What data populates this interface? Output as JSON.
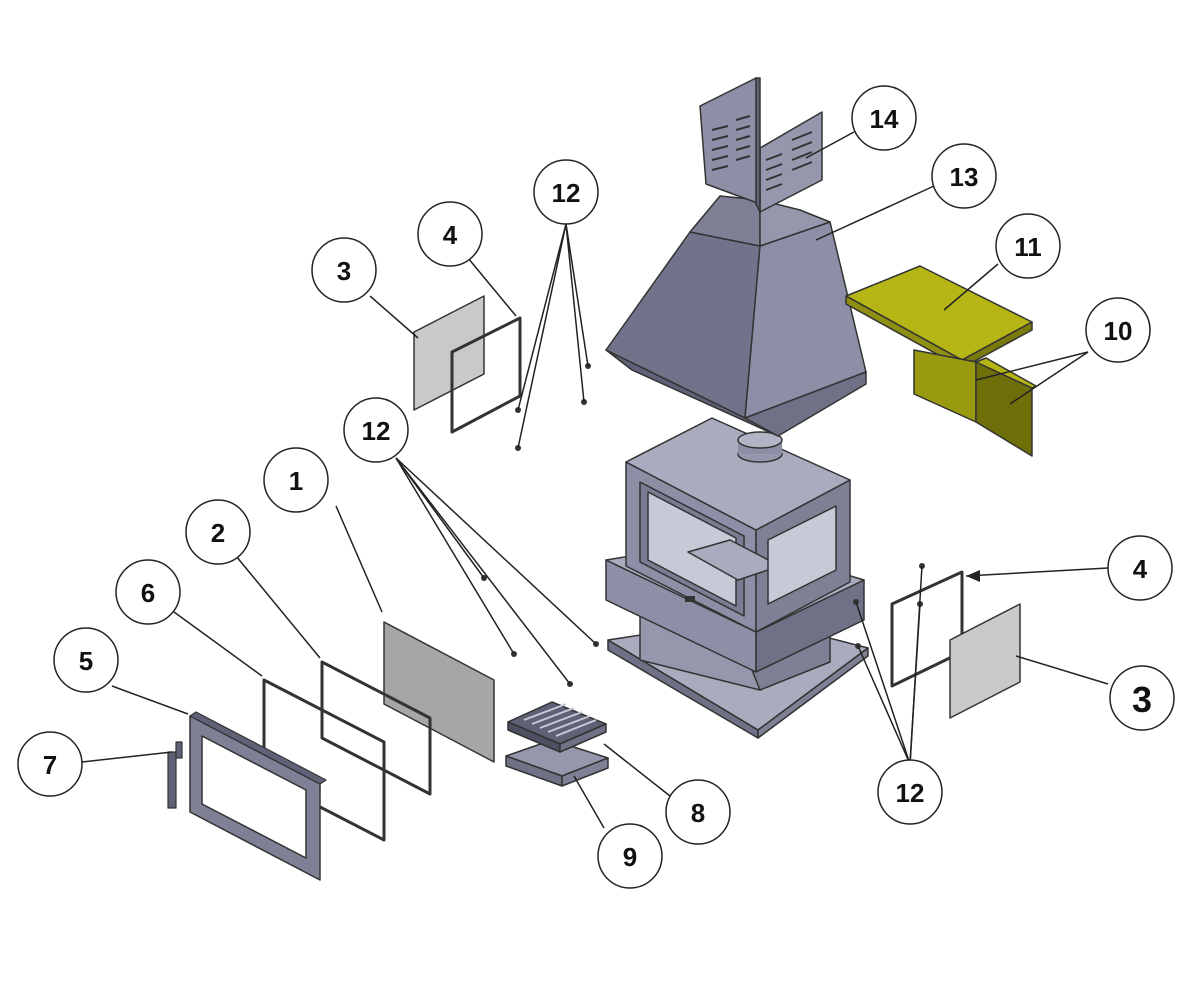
{
  "callouts": [
    {
      "id": "c1",
      "label": "1"
    },
    {
      "id": "c2",
      "label": "2"
    },
    {
      "id": "c3a",
      "label": "3"
    },
    {
      "id": "c3b",
      "label": "3"
    },
    {
      "id": "c4a",
      "label": "4"
    },
    {
      "id": "c4b",
      "label": "4"
    },
    {
      "id": "c5",
      "label": "5"
    },
    {
      "id": "c6",
      "label": "6"
    },
    {
      "id": "c7",
      "label": "7"
    },
    {
      "id": "c8",
      "label": "8"
    },
    {
      "id": "c9",
      "label": "9"
    },
    {
      "id": "c10",
      "label": "10"
    },
    {
      "id": "c11",
      "label": "11"
    },
    {
      "id": "c12a",
      "label": "12"
    },
    {
      "id": "c12b",
      "label": "12"
    },
    {
      "id": "c12c",
      "label": "12"
    },
    {
      "id": "c13",
      "label": "13"
    },
    {
      "id": "c14",
      "label": "14"
    }
  ],
  "colors": {
    "steel": "#8d8fa6",
    "steel_dark": "#5f6277",
    "steel_light": "#a9abbf",
    "glass": "#c4c4c4",
    "glass_dark": "#9a9a9a",
    "insulation": "#b5b515",
    "insulation_dark": "#6f6f0a",
    "outline": "#333333"
  }
}
